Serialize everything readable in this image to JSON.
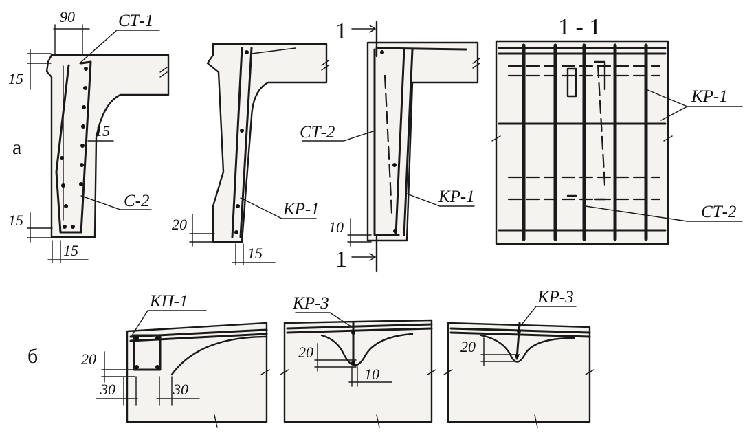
{
  "part_a_label": "а",
  "part_b_label": "б",
  "section_mark": "1",
  "section_title": "1 - 1",
  "labels": {
    "st1": "СТ-1",
    "st2": "СТ-2",
    "c2": "С-2",
    "kr1": "КР-1",
    "kr3": "КР-3",
    "kp1": "КП-1"
  },
  "dims": {
    "d90": "90",
    "d15": "15",
    "d20": "20",
    "d10": "10",
    "d30": "30"
  }
}
